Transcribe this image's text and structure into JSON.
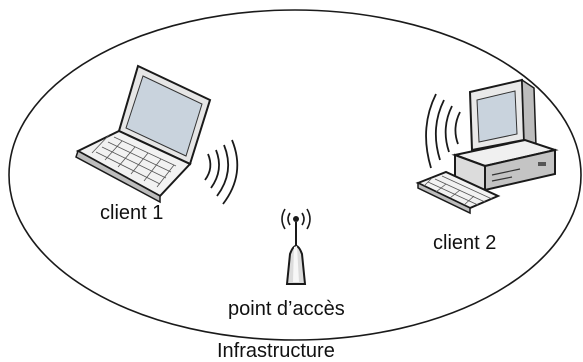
{
  "diagram": {
    "labels": {
      "client1": "client 1",
      "client2": "client 2",
      "access_point": "point d’accès",
      "caption": "Infrastructure"
    },
    "colors": {
      "outline": "#1a1a1a",
      "device_light": "#f2f2f2",
      "device_mid": "#d6d6d6",
      "device_dark": "#9a9a9a",
      "screen": "#c9d3dd"
    }
  }
}
